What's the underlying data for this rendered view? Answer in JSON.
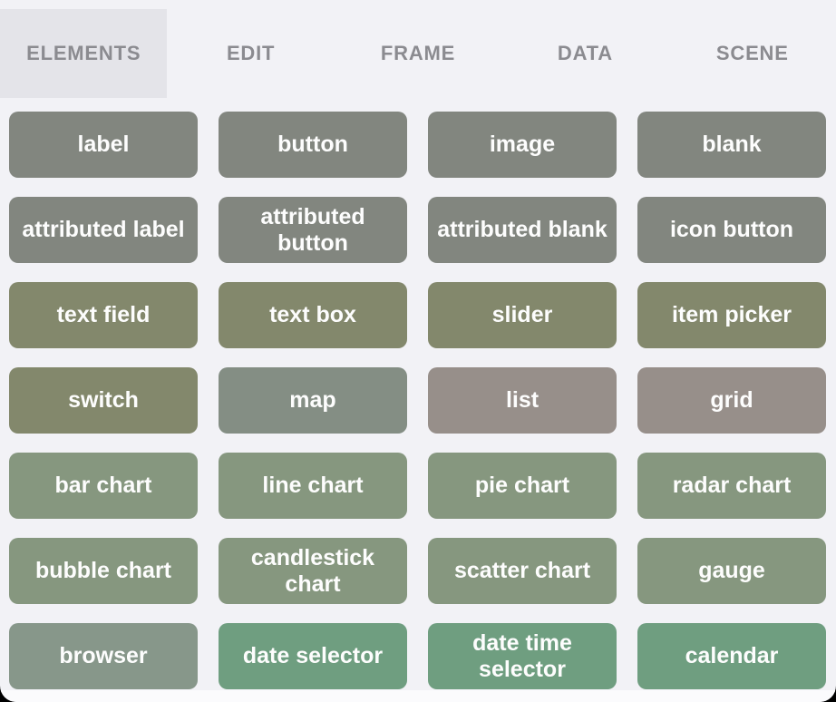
{
  "colors": {
    "background": "#f2f2f6",
    "tab_selected_bg": "#e4e4e9",
    "tab_text": "#8b8b90",
    "button_text": "#fdfdfd",
    "gray": "#82867f",
    "olive": "#83886c",
    "map_green": "#848e84",
    "taupe": "#978f8a",
    "sage": "#86977f",
    "browser_green": "#87978a",
    "green": "#6f9e80"
  },
  "tabs": [
    {
      "label": "ELEMENTS",
      "selected": true
    },
    {
      "label": "EDIT",
      "selected": false
    },
    {
      "label": "FRAME",
      "selected": false
    },
    {
      "label": "DATA",
      "selected": false
    },
    {
      "label": "SCENE",
      "selected": false
    }
  ],
  "grid": {
    "items": [
      {
        "label": "label",
        "color": "#82867f"
      },
      {
        "label": "button",
        "color": "#82867f"
      },
      {
        "label": "image",
        "color": "#82867f"
      },
      {
        "label": "blank",
        "color": "#82867f"
      },
      {
        "label": "attributed label",
        "color": "#82867f"
      },
      {
        "label": "attributed button",
        "color": "#82867f"
      },
      {
        "label": "attributed blank",
        "color": "#82867f"
      },
      {
        "label": "icon button",
        "color": "#82867f"
      },
      {
        "label": "text field",
        "color": "#83886c"
      },
      {
        "label": "text box",
        "color": "#83886c"
      },
      {
        "label": "slider",
        "color": "#83886c"
      },
      {
        "label": "item picker",
        "color": "#83886c"
      },
      {
        "label": "switch",
        "color": "#83886c"
      },
      {
        "label": "map",
        "color": "#848e84"
      },
      {
        "label": "list",
        "color": "#978f8a"
      },
      {
        "label": "grid",
        "color": "#978f8a"
      },
      {
        "label": "bar chart",
        "color": "#86977f"
      },
      {
        "label": "line chart",
        "color": "#86977f"
      },
      {
        "label": "pie chart",
        "color": "#86977f"
      },
      {
        "label": "radar chart",
        "color": "#86977f"
      },
      {
        "label": "bubble chart",
        "color": "#86977f"
      },
      {
        "label": "candlestick chart",
        "color": "#86977f"
      },
      {
        "label": "scatter chart",
        "color": "#86977f"
      },
      {
        "label": "gauge",
        "color": "#86977f"
      },
      {
        "label": "browser",
        "color": "#87978a"
      },
      {
        "label": "date selector",
        "color": "#6f9e80"
      },
      {
        "label": "date time selector",
        "color": "#6f9e80"
      },
      {
        "label": "calendar",
        "color": "#6f9e80"
      }
    ]
  }
}
